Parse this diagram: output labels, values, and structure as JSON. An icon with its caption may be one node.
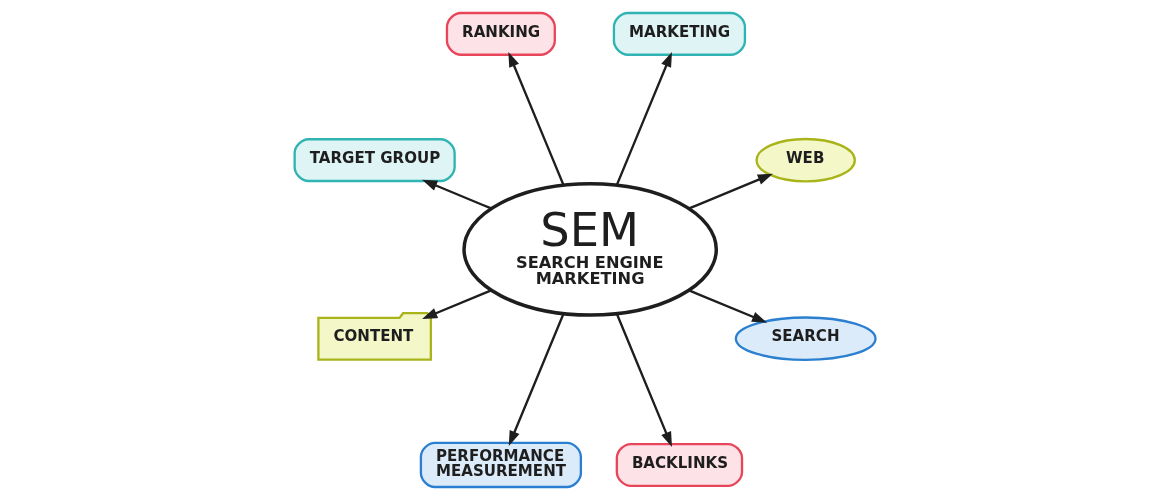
{
  "diagram": {
    "nodes": [
      {
        "text": [
          "SEM",
          "SEARCH ENGINE MARKETING"
        ]
      },
      {
        "text": [
          "RANKING"
        ]
      },
      {
        "text": [
          "MARKETING"
        ]
      },
      {
        "text": [
          "TARGET GROUP"
        ]
      },
      {
        "text": [
          "WEB"
        ]
      },
      {
        "text": [
          "CONTENT"
        ]
      },
      {
        "text": [
          "SEARCH"
        ]
      },
      {
        "text": [
          "PERFORMANCE MEASUREMENT"
        ]
      },
      {
        "text": [
          "BACKLINKS"
        ]
      }
    ],
    "edges": [
      {
        "from": 0,
        "to": 1,
        "arrow": "to"
      },
      {
        "from": 0,
        "to": 2,
        "arrow": "to"
      },
      {
        "from": 0,
        "to": 4,
        "arrow": "to"
      },
      {
        "from": 0,
        "to": 6,
        "arrow": "to"
      },
      {
        "from": 0,
        "to": 8,
        "arrow": "to"
      },
      {
        "from": 0,
        "to": 7,
        "arrow": "to"
      },
      {
        "from": 0,
        "to": 5,
        "arrow": "to"
      },
      {
        "from": 0,
        "to": 3,
        "arrow": "to"
      }
    ]
  }
}
